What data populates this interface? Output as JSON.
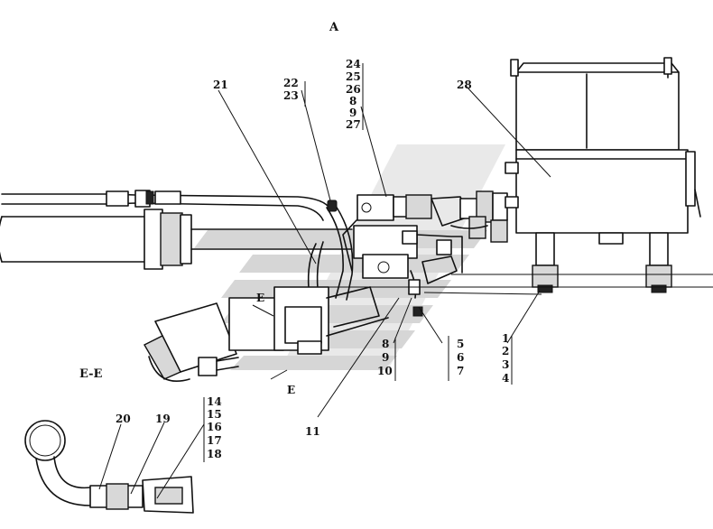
{
  "view_title": "A",
  "section_title": "E-E",
  "section_marker": "E",
  "callouts": {
    "c1": "1",
    "c2": "2",
    "c3": "3",
    "c4": "4",
    "c5": "5",
    "c6": "6",
    "c7": "7",
    "c8a": "8",
    "c9a": "9",
    "c10": "10",
    "c11": "11",
    "c14": "14",
    "c15": "15",
    "c16": "16",
    "c17": "17",
    "c18": "18",
    "c19": "19",
    "c20": "20",
    "c21": "21",
    "c22": "22",
    "c23": "23",
    "c24": "24",
    "c25": "25",
    "c26": "26",
    "c8b": "8",
    "c9b": "9",
    "c27": "27",
    "c28": "28"
  },
  "colors": {
    "line": "#111111",
    "watermark": "#cfcfcf",
    "background": "#ffffff"
  },
  "icons": {
    "watermark": "road-stripe-logo"
  }
}
